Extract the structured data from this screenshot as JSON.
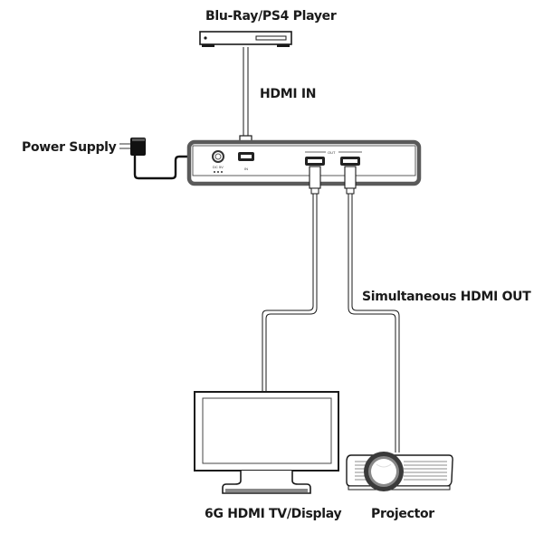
{
  "diagram": {
    "title": "HDMI 1x2 Splitter Connection Diagram",
    "labels": {
      "source": "Blu-Ray/PS4 Player",
      "hdmi_in": "HDMI IN",
      "power": "Power Supply",
      "hdmi_out": "Simultaneous HDMI OUT",
      "display": "6G HDMI TV/Display",
      "projector": "Projector"
    },
    "device_panel": {
      "power_port_label": "DC 5V",
      "in_port_label": "IN",
      "out_group_label": "OUT"
    },
    "nodes": [
      {
        "id": "source",
        "type": "blu-ray-player"
      },
      {
        "id": "splitter",
        "type": "hdmi-splitter"
      },
      {
        "id": "power",
        "type": "power-adapter"
      },
      {
        "id": "display",
        "type": "tv"
      },
      {
        "id": "projector",
        "type": "projector"
      }
    ],
    "edges": [
      {
        "from": "source",
        "to": "splitter",
        "port": "IN",
        "label": "HDMI IN"
      },
      {
        "from": "power",
        "to": "splitter",
        "port": "DC 5V"
      },
      {
        "from": "splitter",
        "to": "display",
        "port": "OUT 1",
        "label": "Simultaneous HDMI OUT"
      },
      {
        "from": "splitter",
        "to": "projector",
        "port": "OUT 2",
        "label": "Simultaneous HDMI OUT"
      }
    ],
    "colors": {
      "line": "#1a1a1a",
      "device_frame": "#5a5a5a",
      "cable_fill": "#ffffff"
    }
  }
}
